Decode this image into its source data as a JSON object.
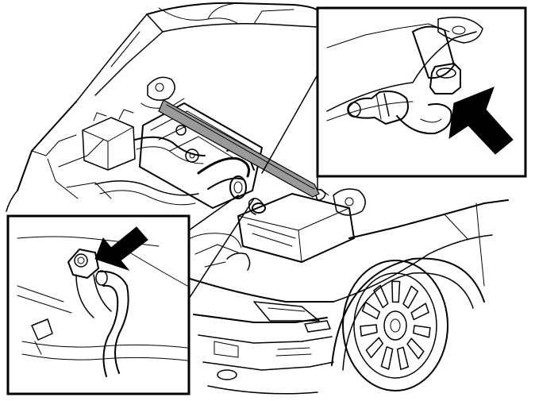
{
  "figure": {
    "type": "technical-line-illustration",
    "subject": "car-engine-bay-with-open-hood",
    "colors": {
      "ink": "#000000",
      "paper": "#ffffff",
      "highlight": "#9a9a9a"
    },
    "callouts": [
      {
        "id": "detail-upper-right",
        "arrow_direction": "up-left",
        "icon": "arrow-icon"
      },
      {
        "id": "detail-lower-left",
        "arrow_direction": "down-left",
        "icon": "arrow-icon"
      }
    ]
  }
}
